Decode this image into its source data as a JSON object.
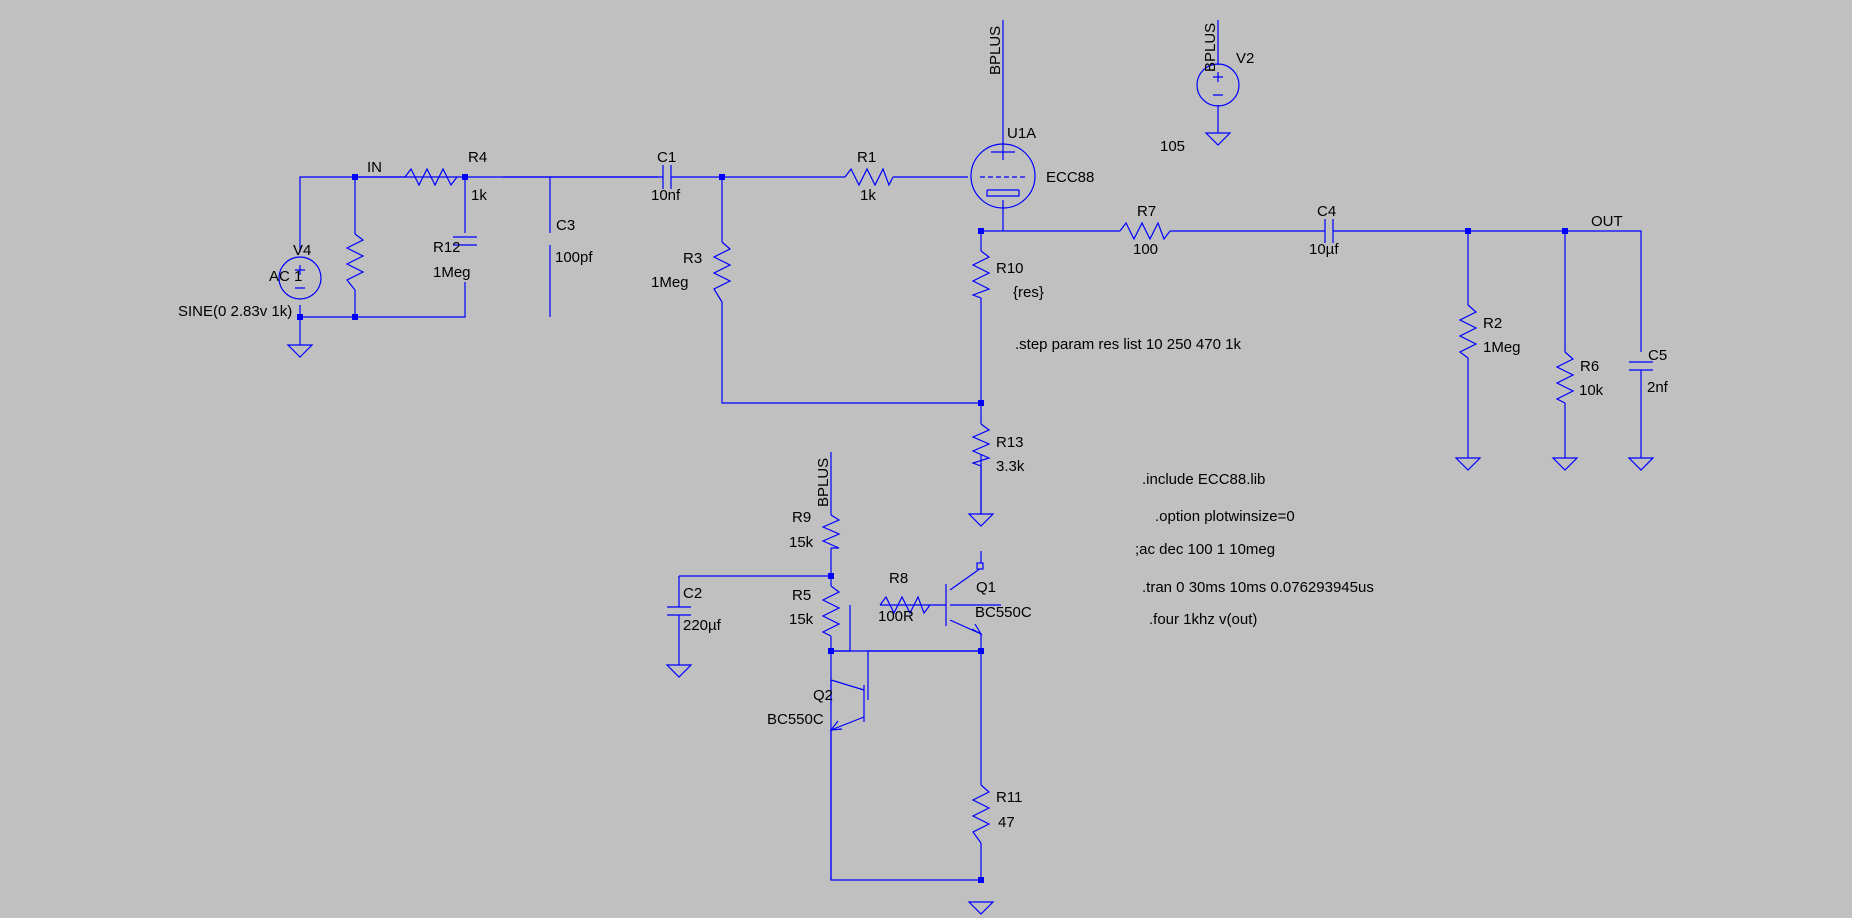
{
  "schematic": {
    "colors": {
      "background": "#c0c0c0",
      "wire": "#0000ff",
      "text": "#000000"
    },
    "nets": {
      "in": "IN",
      "out": "OUT",
      "bplus_top": "BPLUS",
      "bplus_v2": "BPLUS",
      "bplus_r9": "BPLUS"
    },
    "components": {
      "r4": {
        "ref": "R4",
        "value": "1k"
      },
      "r12": {
        "ref": "R12",
        "value": "1Meg"
      },
      "c3": {
        "ref": "C3",
        "value": "100pf"
      },
      "c1": {
        "ref": "C1",
        "value": "10nf"
      },
      "r3": {
        "ref": "R3",
        "value": "1Meg"
      },
      "r1": {
        "ref": "R1",
        "value": "1k"
      },
      "u1a": {
        "ref": "U1A",
        "value": "ECC88"
      },
      "v2": {
        "ref": "V2",
        "value": "105"
      },
      "v4": {
        "ref": "V4",
        "value": "AC 1",
        "extra": "SINE(0 2.83v 1k)"
      },
      "r7": {
        "ref": "R7",
        "value": "100"
      },
      "c4": {
        "ref": "C4",
        "value": "10µf"
      },
      "r10": {
        "ref": "R10",
        "value": "{res}"
      },
      "r2": {
        "ref": "R2",
        "value": "1Meg"
      },
      "r6": {
        "ref": "R6",
        "value": "10k"
      },
      "c5": {
        "ref": "C5",
        "value": "2nf"
      },
      "r13": {
        "ref": "R13",
        "value": "3.3k"
      },
      "r9": {
        "ref": "R9",
        "value": "15k"
      },
      "r5": {
        "ref": "R5",
        "value": "15k"
      },
      "c2": {
        "ref": "C2",
        "value": "220µf"
      },
      "r8": {
        "ref": "R8",
        "value": "100R"
      },
      "q1": {
        "ref": "Q1",
        "value": "BC550C"
      },
      "q2": {
        "ref": "Q2",
        "value": "BC550C"
      },
      "r11": {
        "ref": "R11",
        "value": "47"
      }
    },
    "directives": {
      "step": ".step param res list 10 250 470 1k",
      "include": ".include ECC88.lib",
      "option": ".option plotwinsize=0",
      "ac": ";ac dec 100 1 10meg",
      "tran": ".tran 0 30ms 10ms 0.076293945us",
      "four": ".four 1khz v(out)"
    }
  }
}
